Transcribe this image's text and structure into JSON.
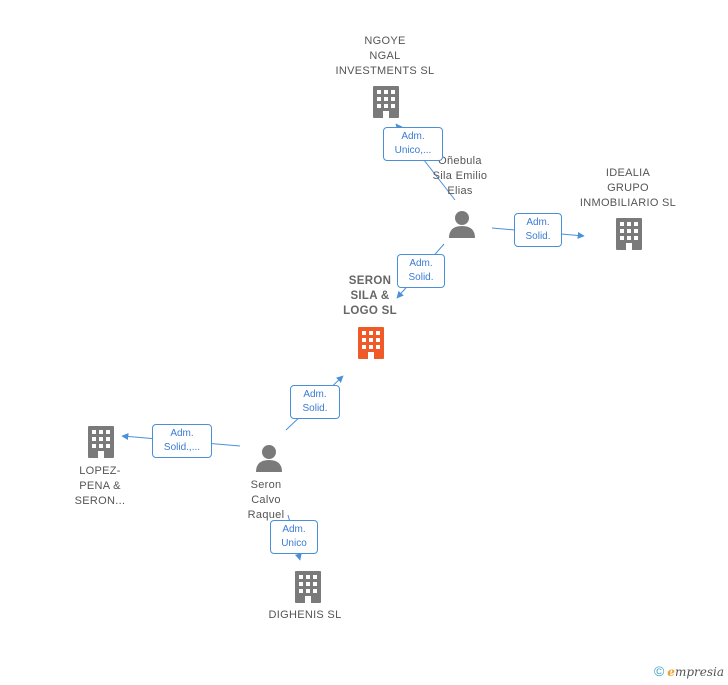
{
  "nodes": {
    "ngoye": {
      "label": "NGOYE\nNGAL\nINVESTMENTS SL",
      "kind": "company"
    },
    "emilio": {
      "label": "Oñebula\nSila Emilio\nElias",
      "kind": "person"
    },
    "idealia": {
      "label": "IDEALIA\nGRUPO\nINMOBILIARIO SL",
      "kind": "company"
    },
    "seron_sila": {
      "label": "SERON\nSILA &\nLOGO SL",
      "kind": "company-main"
    },
    "raquel": {
      "label": "Seron\nCalvo\nRaquel",
      "kind": "person"
    },
    "lopez": {
      "label": "LOPEZ-\nPENA &\nSERON...",
      "kind": "company"
    },
    "dighenis": {
      "label": "DIGHENIS SL",
      "kind": "company"
    }
  },
  "edges": {
    "e1": {
      "label": "Adm.\nUnico,..."
    },
    "e2": {
      "label": "Adm.\nSolid."
    },
    "e3": {
      "label": "Adm.\nSolid."
    },
    "e4": {
      "label": "Adm.\nSolid."
    },
    "e5": {
      "label": "Adm.\nSolid.,..."
    },
    "e6": {
      "label": "Adm.\nUnico"
    }
  },
  "colors": {
    "company": "#7a7a7a",
    "main": "#f05a28",
    "person": "#7a7a7a",
    "edge": "#4a90d9"
  },
  "footer": {
    "copyright": "©",
    "brand_e": "e",
    "brand_rest": "mpresia"
  }
}
